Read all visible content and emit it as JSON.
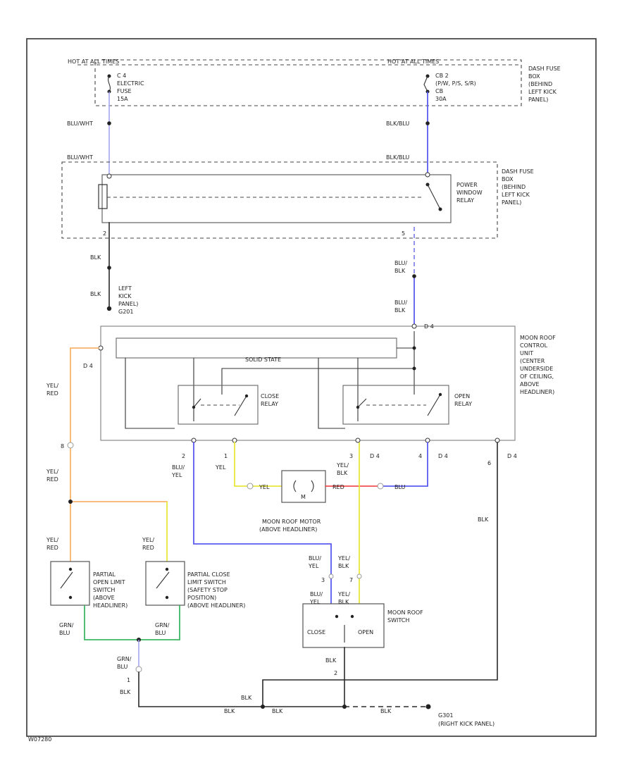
{
  "colors": {
    "black": "#2a2a2a",
    "blue": "#5b5bf0",
    "light_blue": "#a7a7ee",
    "yellow": "#e8e83a",
    "orange": "#f7b46a",
    "red": "#f05050",
    "green": "#3cb864",
    "gray_box": "#888888"
  },
  "power": {
    "left_label": "HOT AT ALL TIMES",
    "left_fuse": [
      "C 4",
      "ELECTRIC",
      "FUSE",
      "15A"
    ],
    "right_label": "HOT AT ALL TIMES",
    "right_fuse": [
      "CB 2",
      "(P/W, P/S, S/R)",
      "CB",
      "30A"
    ],
    "fuse_box": [
      "DASH FUSE",
      "BOX",
      "(BEHIND",
      "LEFT KICK",
      "PANEL)"
    ]
  },
  "wires": {
    "blu_wht_1": "BLU/WHT",
    "blu_wht_2": "BLU/WHT",
    "blk_blu_1": "BLK/BLU",
    "blk_blu_2": "BLK/BLU",
    "blk_1": "BLK",
    "blk_2": "BLK",
    "blu_blk_1": [
      "BLU/",
      "BLK"
    ],
    "blu_blk_2": [
      "BLU/",
      "BLK"
    ],
    "yel_red_1": [
      "YEL/",
      "RED"
    ],
    "yel_red_2": [
      "YEL/",
      "RED"
    ],
    "yel_red_3": [
      "YEL/",
      "RED"
    ],
    "yel_red_4": [
      "YEL/",
      "RED"
    ],
    "blu_yel_1": [
      "BLU/",
      "YEL"
    ],
    "blu_yel_2": [
      "BLU/",
      "YEL"
    ],
    "blu_yel_3": [
      "BLU/",
      "YEL"
    ],
    "yel": "YEL",
    "yel_blk_1": [
      "YEL/",
      "BLK"
    ],
    "yel_blk_2": [
      "YEL/",
      "BLK"
    ],
    "yel_blk_3": [
      "YEL/",
      "BLK"
    ],
    "blu": "BLU",
    "red": "RED",
    "yel_motor": "YEL",
    "blk_right": "BLK",
    "grn_blu_1": [
      "GRN/",
      "BLU"
    ],
    "grn_blu_2": [
      "GRN/",
      "BLU"
    ],
    "grn_blu_3": [
      "GRN/",
      "BLU"
    ],
    "blk_bottom_1": "BLK",
    "blk_bottom_2": "BLK",
    "blk_bottom_3": "BLK",
    "blk_bottom_4": "BLK",
    "blk_bottom_5": "BLK",
    "blk_bottom_6": "BLK"
  },
  "components": {
    "power_relay": [
      "POWER",
      "WINDOW",
      "RELAY"
    ],
    "fuse_box_2": [
      "DASH FUSE",
      "BOX",
      "(BEHIND",
      "LEFT KICK",
      "PANEL)"
    ],
    "ground_left": [
      "LEFT",
      "KICK",
      "PANEL)",
      "G201"
    ],
    "control_unit": [
      "MOON ROOF",
      "CONTROL",
      "UNIT",
      "(CENTER",
      "UNDERSIDE",
      "OF CEILING,",
      "ABOVE",
      "HEADLINER)"
    ],
    "solid_state": "SOLID STATE",
    "close_relay": [
      "CLOSE",
      "RELAY"
    ],
    "open_relay": [
      "OPEN",
      "RELAY"
    ],
    "motor_letter": "M",
    "motor_label": [
      "MOON ROOF MOTOR",
      "(ABOVE HEADLINER)"
    ],
    "partial_open": [
      "PARTIAL",
      "OPEN LIMIT",
      "SWITCH",
      "(ABOVE",
      "HEADLINER)"
    ],
    "partial_close": [
      "PARTIAL CLOSE",
      "LIMIT SWITCH",
      "(SAFETY STOP",
      "POSITION)",
      "(ABOVE HEADLINER)"
    ],
    "moon_roof_switch": [
      "MOON ROOF",
      "SWITCH"
    ],
    "switch_close": "CLOSE",
    "switch_open": "OPEN",
    "ground_right": [
      "G301",
      "(RIGHT KICK PANEL)"
    ]
  },
  "connectors": {
    "d4_a": "D 4",
    "d4_b": "D 4",
    "d4_c": "D 4",
    "d4_d": "D 4",
    "d4_e": "D 4",
    "pin_1": "1",
    "pin_2": "2",
    "pin_3": "3",
    "pin_4": "4",
    "pin_5": "5",
    "pin_6": "6",
    "pin_7": "7",
    "pin_8": "8"
  },
  "footer": {
    "code": "W07280"
  }
}
